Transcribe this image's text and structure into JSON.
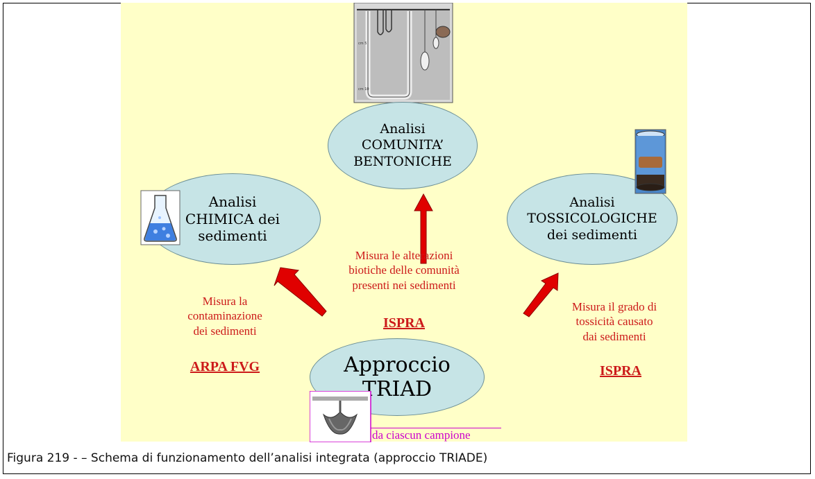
{
  "nodes": {
    "benthic": "Analisi\nCOMUNITA’\nBENTONICHE",
    "chemical": "Analisi\nCHIMICA dei\nsedimenti",
    "toxicological": "Analisi\nTOSSICOLOGICHE\ndei sedimenti",
    "triad": "Approccio\nTRIAD"
  },
  "descriptions": {
    "benthic": "Misura le alterazioni\nbiotiche delle comunità\npresenti nei sedimenti",
    "chemical": "Misura la\ncontaminazione\ndei sedimenti",
    "toxicological": "Misura il grado di\ntossicità causato\ndai sedimenti"
  },
  "organizations": {
    "benthic": "ISPRA",
    "chemical": "ARPA FVG",
    "toxicological": "ISPRA"
  },
  "sample_note": "da ciascun campione",
  "caption": "Figura 219 - – Schema di funzionamento dell’analisi integrata (approccio TRIADE)",
  "colors": {
    "background": "#ffffc8",
    "ellipse_fill": "#c6e4e6",
    "text_red": "#cc1a1a",
    "arrow_red": "#e00000",
    "sample_note": "#cc00cc"
  }
}
